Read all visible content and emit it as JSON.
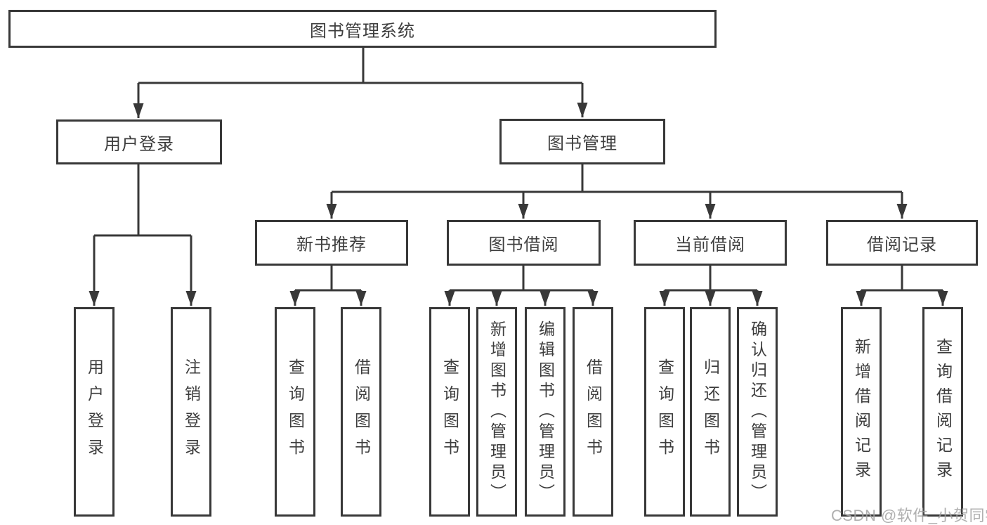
{
  "diagram": {
    "title": "图书管理系统",
    "root": {
      "label": "图书管理系统"
    },
    "level2": [
      {
        "label": "用户登录"
      },
      {
        "label": "图书管理"
      }
    ],
    "level3": [
      {
        "label": "新书推荐"
      },
      {
        "label": "图书借阅"
      },
      {
        "label": "当前借阅"
      },
      {
        "label": "借阅记录"
      }
    ],
    "leaves": [
      {
        "label": "用户登录",
        "parent": "用户登录"
      },
      {
        "label": "注销登录",
        "parent": "用户登录"
      },
      {
        "label": "查询图书",
        "parent": "新书推荐"
      },
      {
        "label": "借阅图书",
        "parent": "新书推荐"
      },
      {
        "label": "查询图书",
        "parent": "图书借阅"
      },
      {
        "label": "新增图书（管理员）",
        "parent": "图书借阅"
      },
      {
        "label": "编辑图书（管理员）",
        "parent": "图书借阅"
      },
      {
        "label": "借阅图书",
        "parent": "图书借阅"
      },
      {
        "label": "查询图书",
        "parent": "当前借阅"
      },
      {
        "label": "归还图书",
        "parent": "当前借阅"
      },
      {
        "label": "确认归还（管理员）",
        "parent": "当前借阅"
      },
      {
        "label": "新增借阅记录",
        "parent": "借阅记录"
      },
      {
        "label": "查询借阅记录",
        "parent": "借阅记录"
      }
    ]
  },
  "watermark": {
    "text": "CSDN @软件_小贺同学"
  },
  "colors": {
    "line": "#383838",
    "text": "#3d3d3d",
    "background": "#ffffff",
    "watermark": "#a2a2a2"
  }
}
